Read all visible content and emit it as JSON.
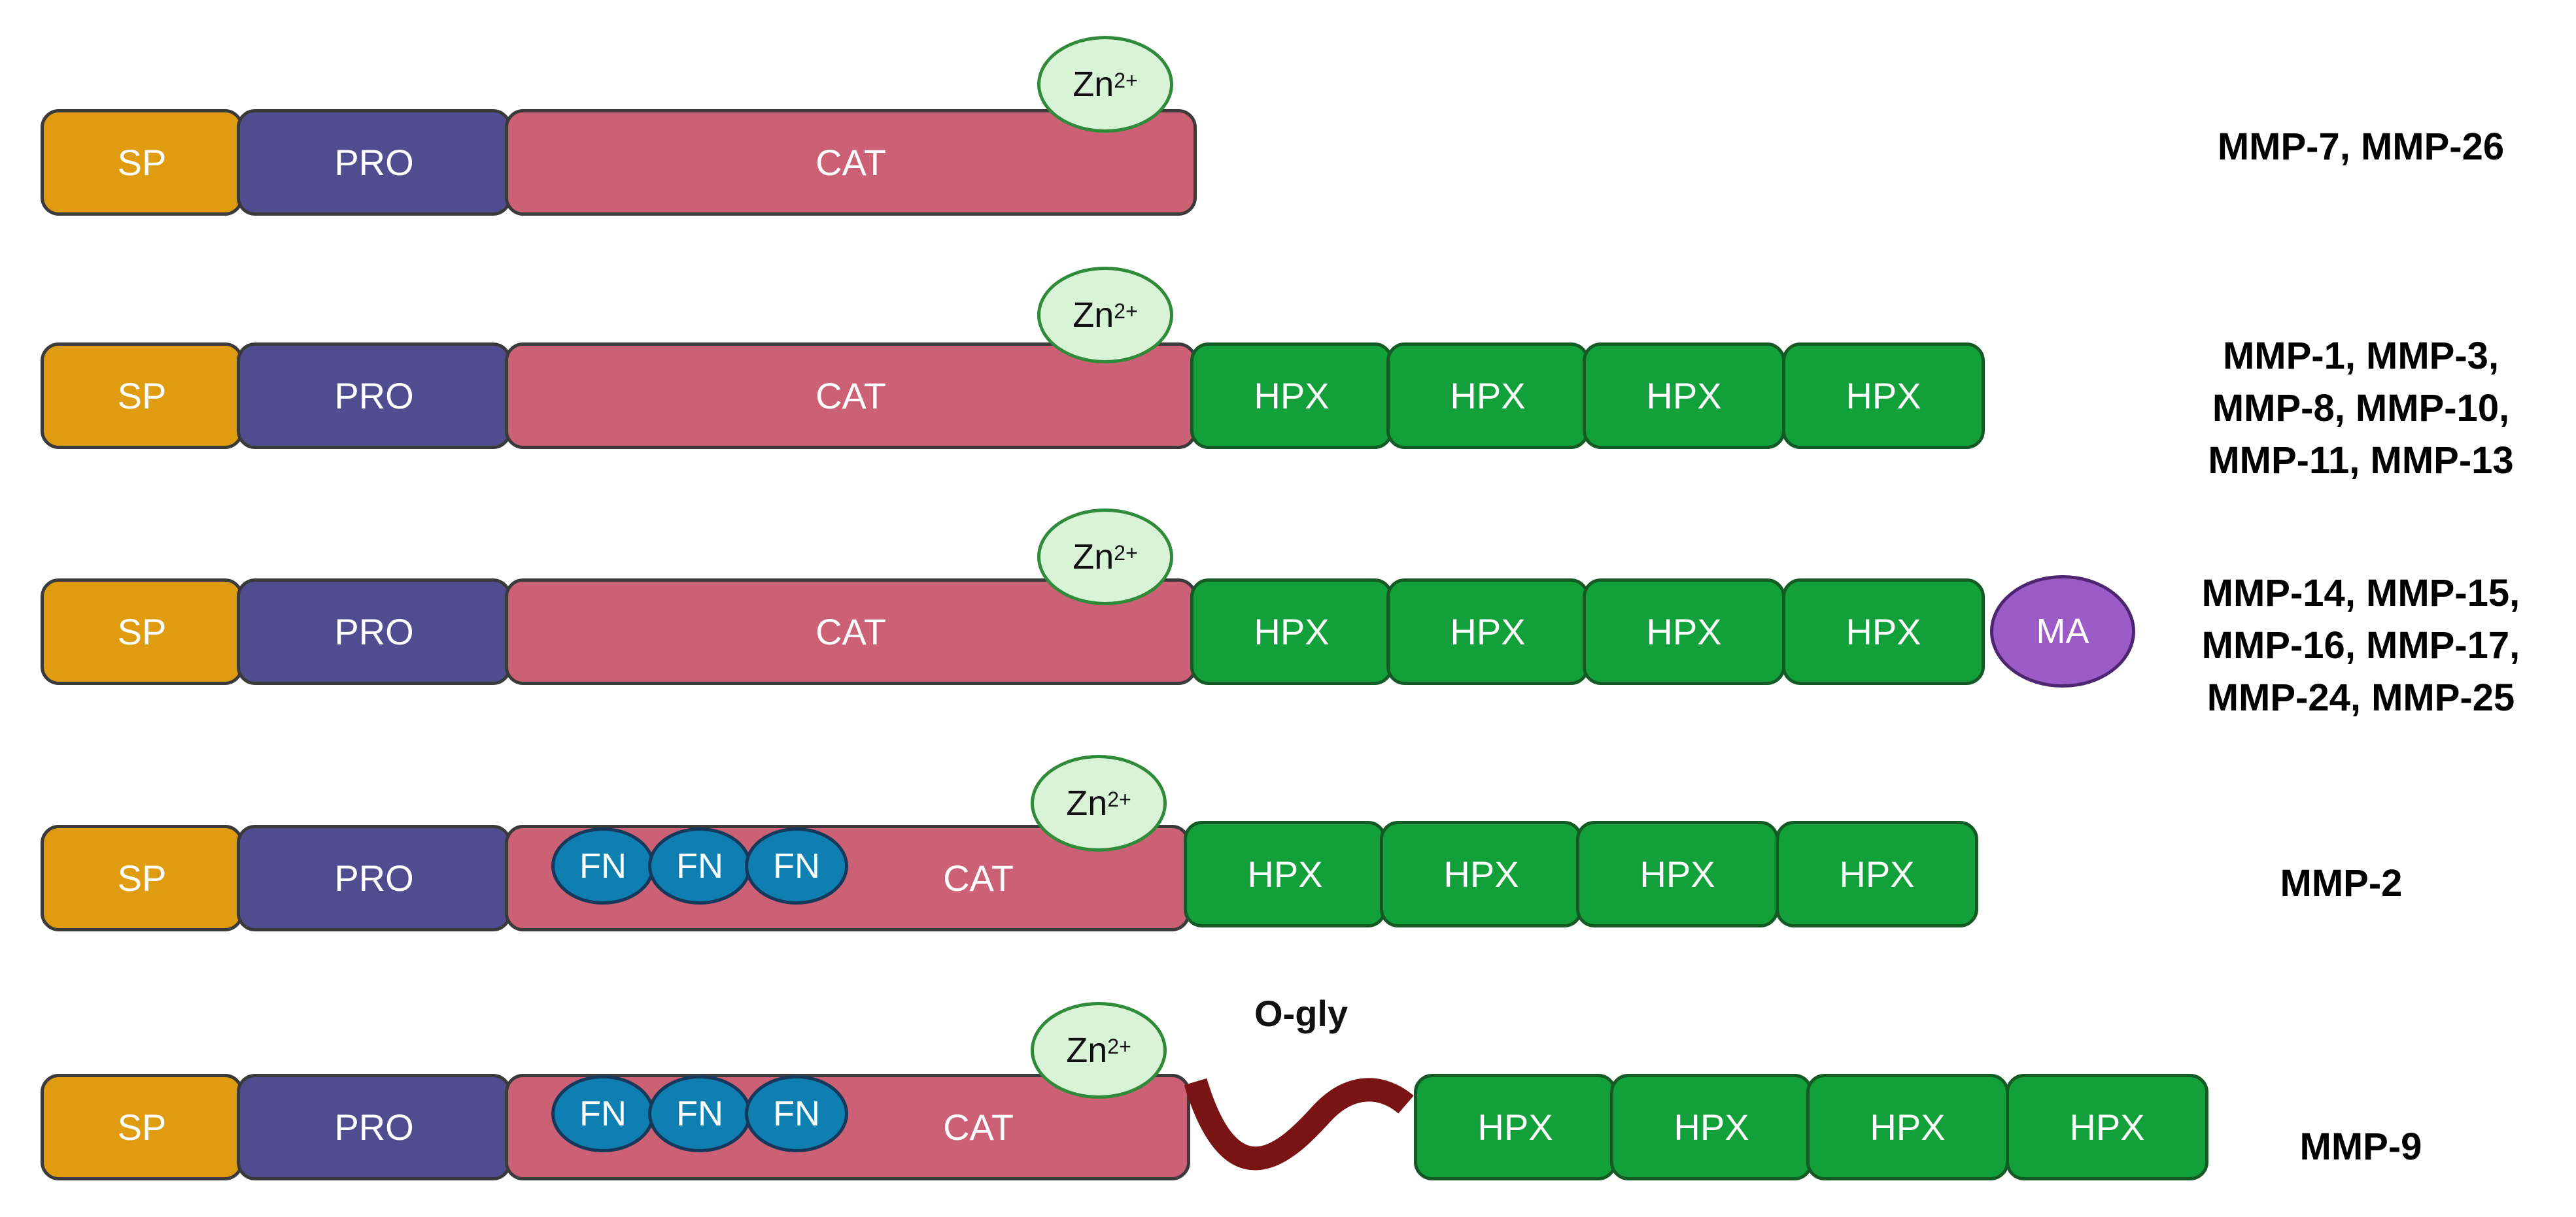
{
  "domains": {
    "sp": "SP",
    "pro": "PRO",
    "cat": "CAT",
    "hpx": "HPX",
    "fn": "FN",
    "ma": "MA",
    "zn_base": "Zn",
    "zn_charge": "2+",
    "o_gly": "O-gly"
  },
  "colors": {
    "sp": "#e09c10",
    "pro": "#4f4d90",
    "cat": "#cc6074",
    "hpx": "#12a03a",
    "zn": "#d9f3d7",
    "fn": "#0e7fb0",
    "ma": "#9c5cc7",
    "linker": "#7a1414"
  },
  "rows": [
    {
      "label_lines": [
        "MMP-7, MMP-26"
      ]
    },
    {
      "label_lines": [
        "MMP-1, MMP-3,",
        "MMP-8, MMP-10,",
        "MMP-11, MMP-13"
      ]
    },
    {
      "label_lines": [
        "MMP-14, MMP-15,",
        "MMP-16, MMP-17,",
        "MMP-24, MMP-25"
      ]
    },
    {
      "label_lines": [
        "MMP-2"
      ]
    },
    {
      "label_lines": [
        "MMP-9"
      ]
    }
  ]
}
